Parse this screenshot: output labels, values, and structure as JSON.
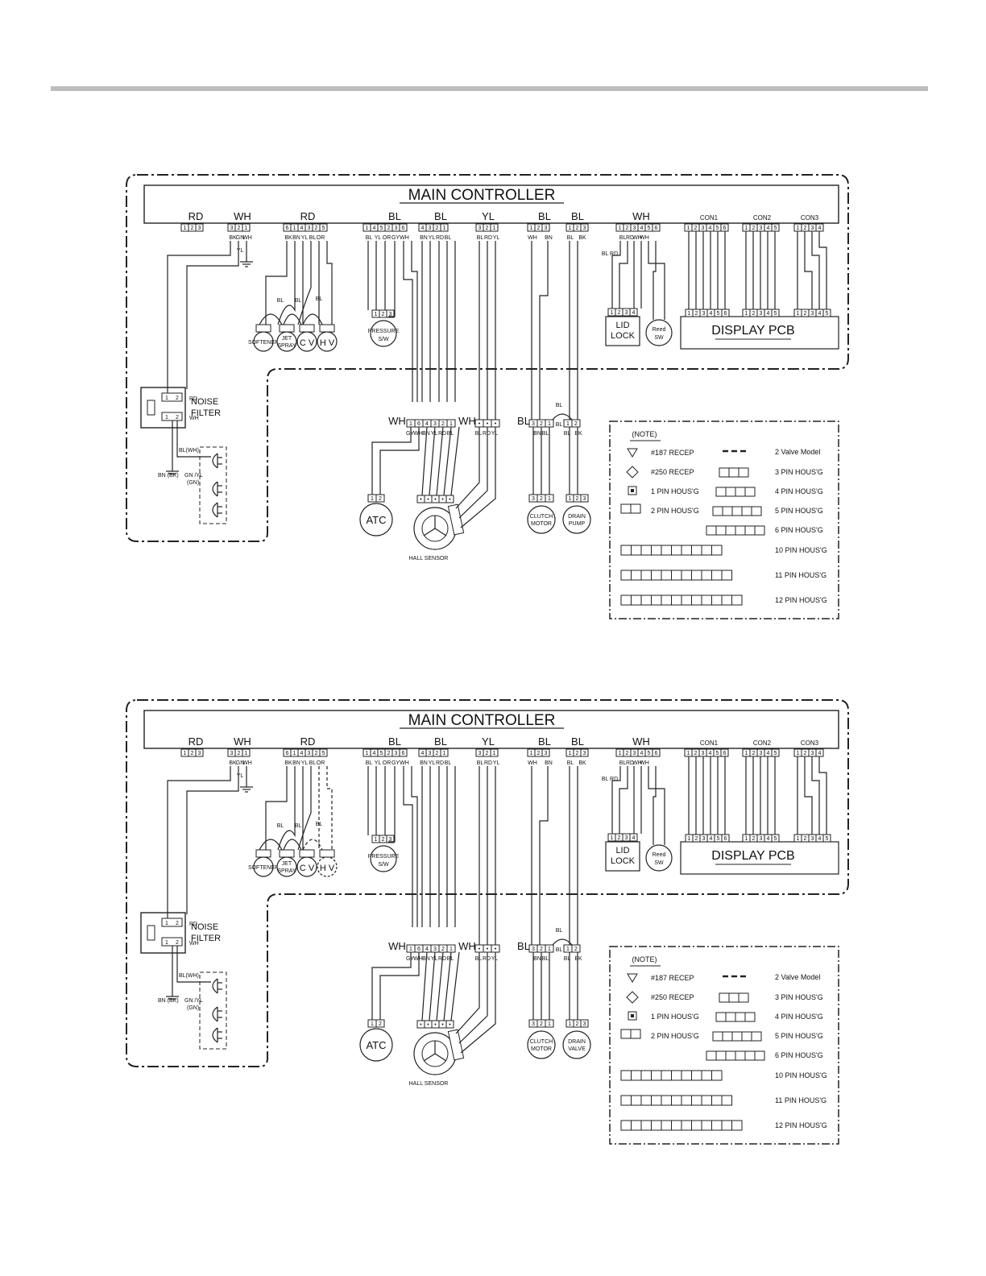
{
  "main_controller": "MAIN CONTROLLER",
  "display_pcb": "DISPLAY PCB",
  "noise_filter": [
    "NOISE",
    "FILTER"
  ],
  "nf_pins": {
    "rd": "RD",
    "wh": "WH"
  },
  "connectors": [
    "RD",
    "WH",
    "RD",
    "BL",
    "BL",
    "YL",
    "BL",
    "BL",
    "WH",
    "CON1",
    "CON2",
    "CON3"
  ],
  "wire_colors": {
    "wh1": [
      "BK",
      "GN",
      "WH"
    ],
    "rd2": [
      "BK",
      "BN",
      "YL",
      "BL",
      "OR"
    ],
    "bl1": [
      "BL",
      "YL",
      "OR",
      "GY",
      "WH"
    ],
    "bl2": [
      "BN",
      "YL",
      "RD",
      "BL"
    ],
    "yl": [
      "BL",
      "RD",
      "YL"
    ],
    "bl3": [
      "WH",
      "BN"
    ],
    "bl4": [
      "BL",
      "BK"
    ],
    "wh3": [
      "BL",
      "RD",
      "WH",
      "WH"
    ]
  },
  "labels": {
    "yl": "YL",
    "bl": "BL",
    "wh": "WH",
    "bl_wh": "BL(WH)",
    "bn_bk": "BN (BK)",
    "gn_yl": "GN /YL",
    "gn": "(GN)",
    "bl_rd": "BL RD"
  },
  "components": {
    "softener": "SOFTENER",
    "jet": "JET",
    "spray": "SPRAY",
    "cv": "C V",
    "hv": "H V",
    "pressure": "PRESSURE",
    "sw": "S/W",
    "lid": "LID",
    "lock": "LOCK",
    "reed": "Reed",
    "reed_sw": "SW",
    "atc": "ATC",
    "hall_sensor": "HALL SENSOR",
    "clutch": "CLUTCH",
    "motor": "MOTOR",
    "drain": "DRAIN",
    "pump": "PUMP",
    "valve": "VALVE"
  },
  "mid_connectors": {
    "wh6": "WH",
    "wh6_pins": [
      "1",
      "6",
      "4",
      "3",
      "2",
      "1"
    ],
    "wh6_colors": [
      "GY",
      "WH",
      "BN",
      "YL",
      "RD",
      "BL"
    ],
    "whx": "WH",
    "whx_colors": [
      "BL",
      "RD",
      "YL"
    ],
    "bl3": "BL",
    "bl3_pins": [
      "3",
      "2",
      "1"
    ],
    "bl3_colors": [
      "BN",
      "BL"
    ],
    "bl2": "BL",
    "bl2_pins": [
      "1",
      "2"
    ],
    "bl2_colors": [
      "BL",
      "BK"
    ]
  },
  "note": {
    "title": "(NOTE)",
    "items": [
      "#187 RECEP",
      "#250 RECEP",
      "1 PIN HOUS'G",
      "2 PIN HOUS'G"
    ],
    "valve": "2 Valve Model",
    "pins": [
      "3 PIN HOUS'G",
      "4 PIN HOUS'G",
      "5 PIN HOUS'G",
      "6 PIN HOUS'G"
    ],
    "big_pins": [
      "10 PIN HOUS'G",
      "11 PIN HOUS'G",
      "12 PIN HOUS'G"
    ]
  }
}
